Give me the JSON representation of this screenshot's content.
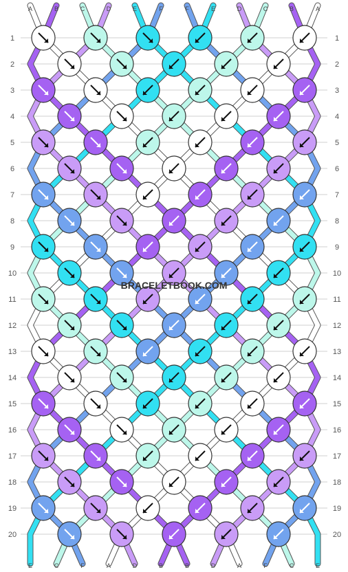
{
  "pattern": {
    "watermark": "BRACELETBOOK.COM",
    "strand_letters": [
      "A",
      "B",
      "C",
      "D",
      "E",
      "F",
      "F",
      "E",
      "D",
      "C",
      "B",
      "A"
    ],
    "row_numbers": [
      "1",
      "2",
      "3",
      "4",
      "5",
      "6",
      "7",
      "8",
      "9",
      "10",
      "11",
      "12",
      "13",
      "14",
      "15",
      "16",
      "17",
      "18",
      "19",
      "20"
    ],
    "colors": {
      "A": "#ffffff",
      "B": "#a562f2",
      "C": "#bdf7ea",
      "D": "#c99cf7",
      "E": "#32e0f2",
      "F": "#72a3ee"
    },
    "rows": [
      [
        "f",
        "f",
        "f",
        "b",
        "b",
        "b"
      ],
      [
        "f",
        "f",
        "b",
        "b",
        "b"
      ],
      [
        "f",
        "f",
        "b",
        "b",
        "b",
        "b"
      ],
      [
        "f",
        "f",
        "b",
        "b",
        "b"
      ],
      [
        "f",
        "f",
        "b",
        "b",
        "b",
        "b"
      ],
      [
        "f",
        "f",
        "b",
        "b",
        "b"
      ],
      [
        "f",
        "f",
        "b",
        "b",
        "b",
        "b"
      ],
      [
        "f",
        "f",
        "b",
        "b",
        "b"
      ],
      [
        "f",
        "f",
        "b",
        "b",
        "b",
        "b"
      ],
      [
        "f",
        "f",
        "b",
        "b",
        "b"
      ],
      [
        "f",
        "f",
        "b",
        "b",
        "b",
        "b"
      ],
      [
        "f",
        "f",
        "b",
        "b",
        "b"
      ],
      [
        "f",
        "f",
        "b",
        "b",
        "b",
        "b"
      ],
      [
        "f",
        "f",
        "b",
        "b",
        "b"
      ],
      [
        "f",
        "f",
        "b",
        "b",
        "b",
        "b"
      ],
      [
        "f",
        "f",
        "b",
        "b",
        "b"
      ],
      [
        "f",
        "f",
        "b",
        "b",
        "b",
        "b"
      ],
      [
        "f",
        "f",
        "b",
        "b",
        "b"
      ],
      [
        "f",
        "f",
        "b",
        "b",
        "b",
        "b"
      ],
      [
        "f",
        "f",
        "b",
        "b",
        "b"
      ]
    ]
  }
}
